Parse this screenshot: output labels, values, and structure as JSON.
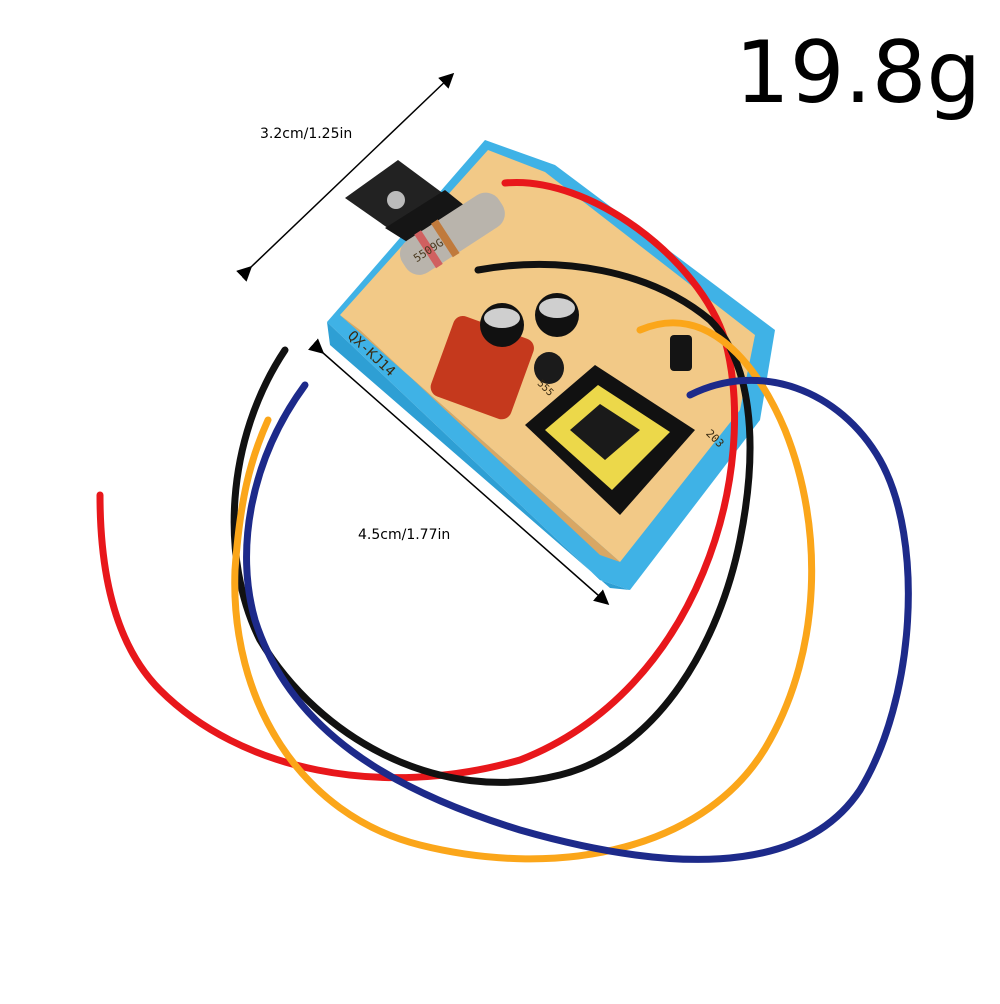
{
  "weight_label": "19.8g",
  "dimensions": {
    "width_label": "3.2cm/1.25in",
    "length_label": "4.5cm/1.77in"
  },
  "board": {
    "silkscreen_model": "QX-KJ14",
    "resistor_marking": "5509G",
    "marking_labels": [
      "203",
      "555"
    ]
  },
  "colors": {
    "board_tray": "#3fb2e6",
    "pcb": "#f2c987",
    "wire_red": "#e8171b",
    "wire_black": "#111111",
    "wire_yellow": "#fba61a",
    "wire_blue": "#1d2a8a"
  }
}
